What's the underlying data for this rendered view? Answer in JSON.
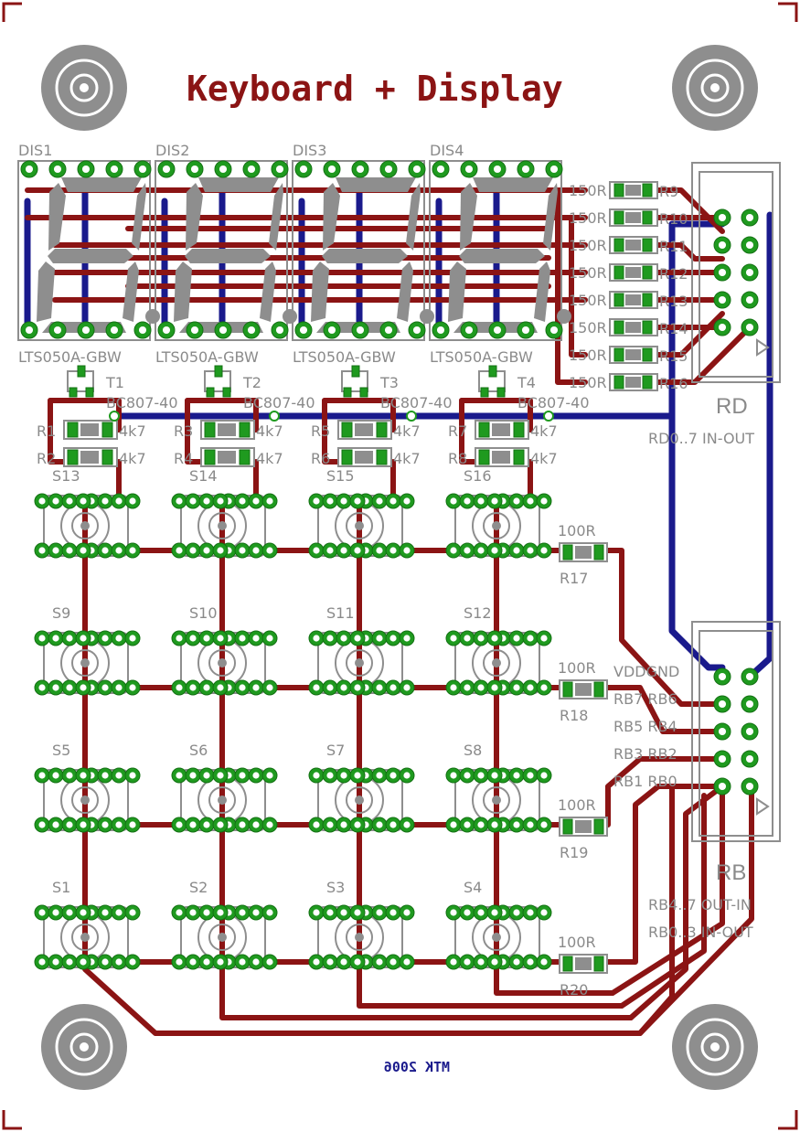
{
  "title": "Keyboard + Display",
  "footer": "MTK 2006",
  "displays": [
    {
      "ref": "DIS1",
      "part": "LTS050A-GBW"
    },
    {
      "ref": "DIS2",
      "part": "LTS050A-GBW"
    },
    {
      "ref": "DIS3",
      "part": "LTS050A-GBW"
    },
    {
      "ref": "DIS4",
      "part": "LTS050A-GBW"
    }
  ],
  "transistors": [
    {
      "ref": "T1",
      "part": "BC807-40"
    },
    {
      "ref": "T2",
      "part": "BC807-40"
    },
    {
      "ref": "T3",
      "part": "BC807-40"
    },
    {
      "ref": "T4",
      "part": "BC807-40"
    }
  ],
  "base_resistors": [
    {
      "ref": "R1",
      "value": "4k7"
    },
    {
      "ref": "R2",
      "value": "4k7"
    },
    {
      "ref": "R3",
      "value": "4k7"
    },
    {
      "ref": "R4",
      "value": "4k7"
    },
    {
      "ref": "R5",
      "value": "4k7"
    },
    {
      "ref": "R6",
      "value": "4k7"
    },
    {
      "ref": "R7",
      "value": "4k7"
    },
    {
      "ref": "R8",
      "value": "4k7"
    }
  ],
  "segment_resistors": [
    {
      "ref": "R9",
      "value": "150R"
    },
    {
      "ref": "R10",
      "value": "150R"
    },
    {
      "ref": "R11",
      "value": "150R"
    },
    {
      "ref": "R12",
      "value": "150R"
    },
    {
      "ref": "R13",
      "value": "150R"
    },
    {
      "ref": "R14",
      "value": "150R"
    },
    {
      "ref": "R15",
      "value": "150R"
    },
    {
      "ref": "R16",
      "value": "150R"
    }
  ],
  "row_resistors": [
    {
      "ref": "R17",
      "value": "100R"
    },
    {
      "ref": "R18",
      "value": "100R"
    },
    {
      "ref": "R19",
      "value": "100R"
    },
    {
      "ref": "R20",
      "value": "100R"
    }
  ],
  "switch_rows": [
    [
      "S13",
      "S14",
      "S15",
      "S16"
    ],
    [
      "S9",
      "S10",
      "S11",
      "S12"
    ],
    [
      "S5",
      "S6",
      "S7",
      "S8"
    ],
    [
      "S1",
      "S2",
      "S3",
      "S4"
    ]
  ],
  "connector_rd": {
    "name": "RD",
    "desc": "RD0..7 IN-OUT"
  },
  "connector_rb": {
    "name": "RB",
    "desc1": "RB4..7 OUT-IN",
    "desc2": "RB0..3 IN-OUT",
    "pins": [
      "VDDGND",
      "RB7 RB6",
      "RB5 RB4",
      "RB3 RB2",
      "RB1 RB0"
    ]
  },
  "colors": {
    "top_copper": "#8b1414",
    "bottom_copper": "#1a1a8c",
    "pads": "#1f9a1f",
    "silkscreen": "#8e8e8e"
  }
}
